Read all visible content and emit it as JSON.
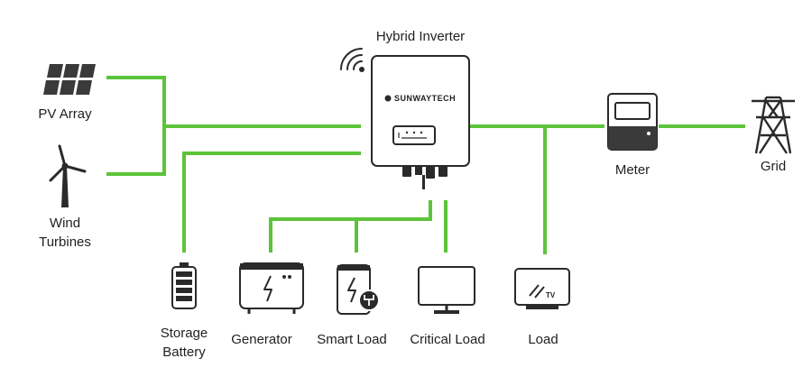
{
  "labels": {
    "inverter": "Hybrid Inverter",
    "pv_array": "PV Array",
    "wind_line1": "Wind",
    "wind_line2": "Turbines",
    "meter": "Meter",
    "grid": "Grid",
    "battery_line1": "Storage",
    "battery_line2": "Battery",
    "generator": "Generator",
    "smart_load": "Smart Load",
    "critical_load": "Critical Load",
    "load": "Load"
  },
  "brand": "SUNWAYTECH",
  "tv_text": "TV",
  "colors": {
    "wire": "#5cc43a",
    "device": "#2a2a2a",
    "panel_fill": "#3a3a3a",
    "text": "#1f1f1f"
  }
}
